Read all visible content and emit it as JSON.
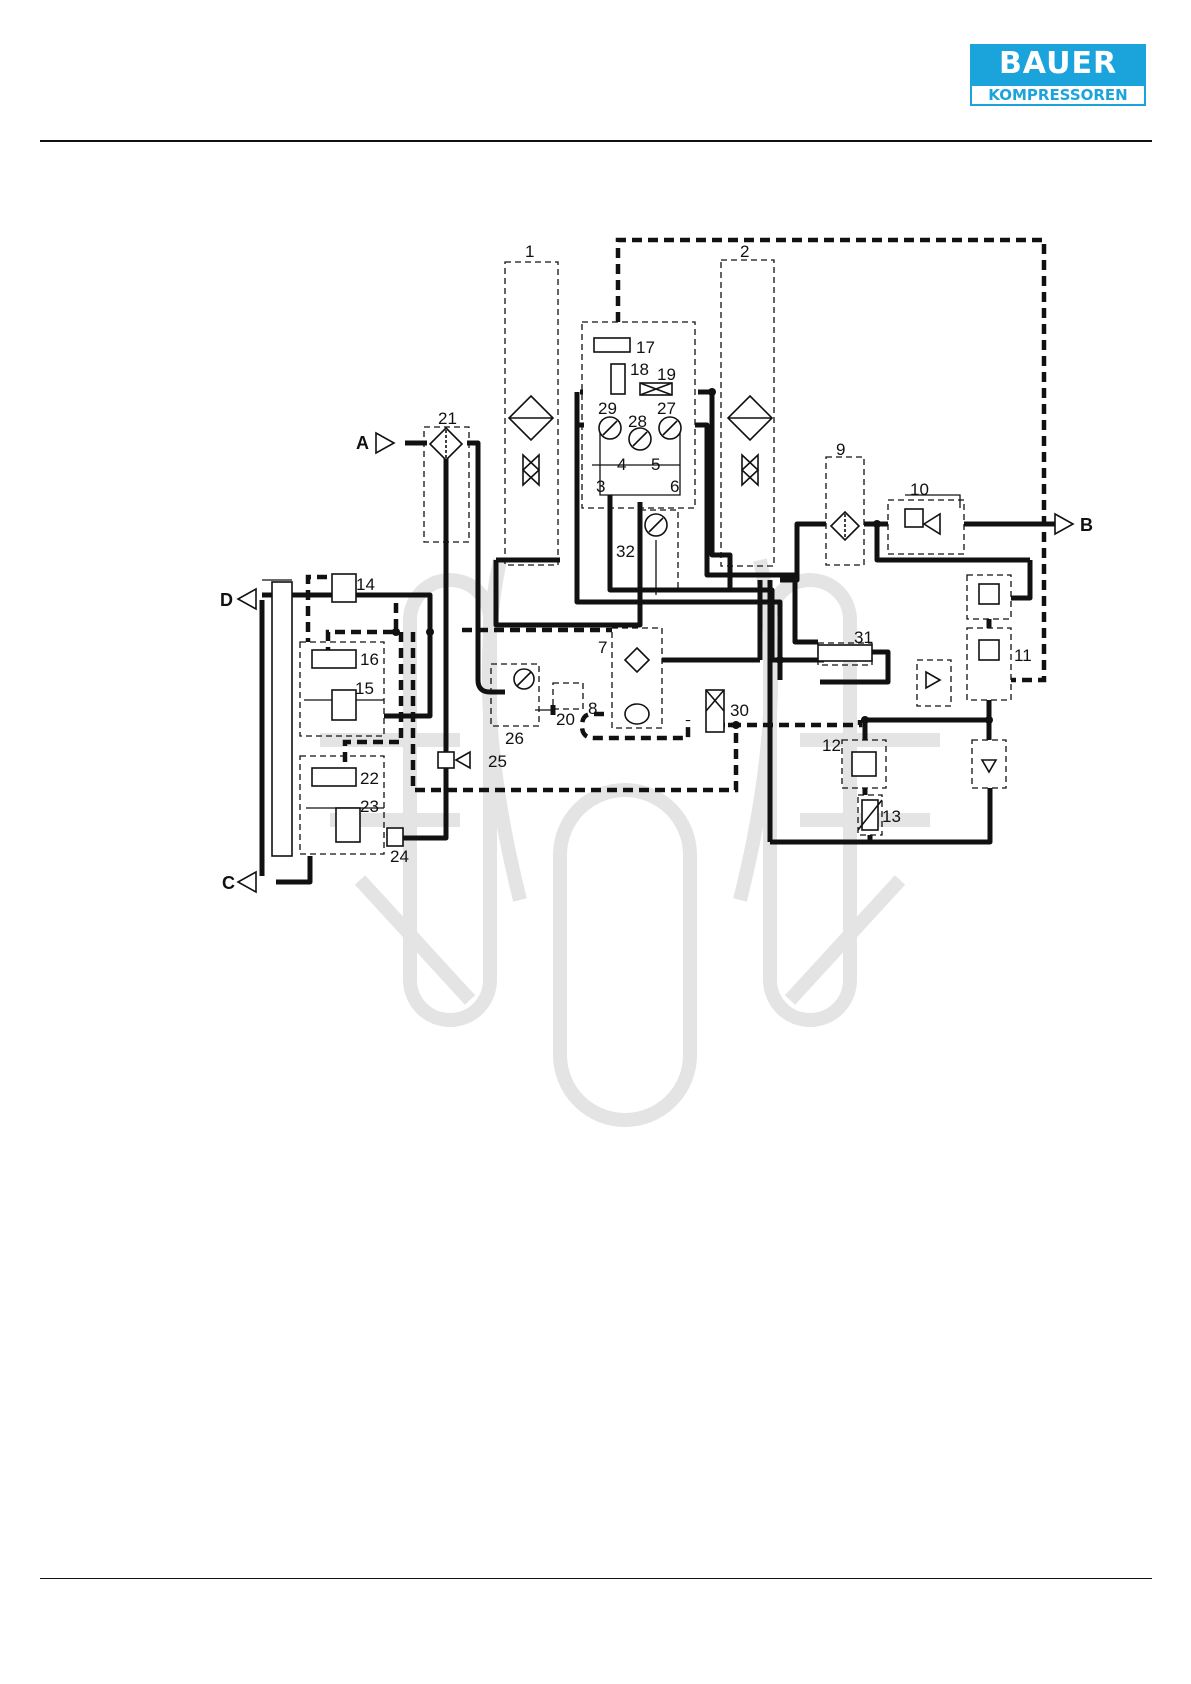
{
  "logo": {
    "line1": "BAUER",
    "line2": "KOMPRESSOREN"
  },
  "colors": {
    "brand": "#1ba4dc",
    "line": "#111111",
    "watermark": "#e4e4e4"
  },
  "ports": {
    "A": "A",
    "B": "B",
    "C": "C",
    "D": "D"
  },
  "components": {
    "c1": "1",
    "c2": "2",
    "c3": "3",
    "c4": "4",
    "c5": "5",
    "c6": "6",
    "c7": "7",
    "c8": "8",
    "c9": "9",
    "c10": "10",
    "c11": "11",
    "c12": "12",
    "c13": "13",
    "c14": "14",
    "c15": "15",
    "c16": "16",
    "c17": "17",
    "c18": "18",
    "c19": "19",
    "c20": "20",
    "c21": "21",
    "c22": "22",
    "c23": "23",
    "c24": "24",
    "c25": "25",
    "c26": "26",
    "c27": "27",
    "c28": "28",
    "c29": "29",
    "c30": "30",
    "c31": "31",
    "c32": "32"
  }
}
